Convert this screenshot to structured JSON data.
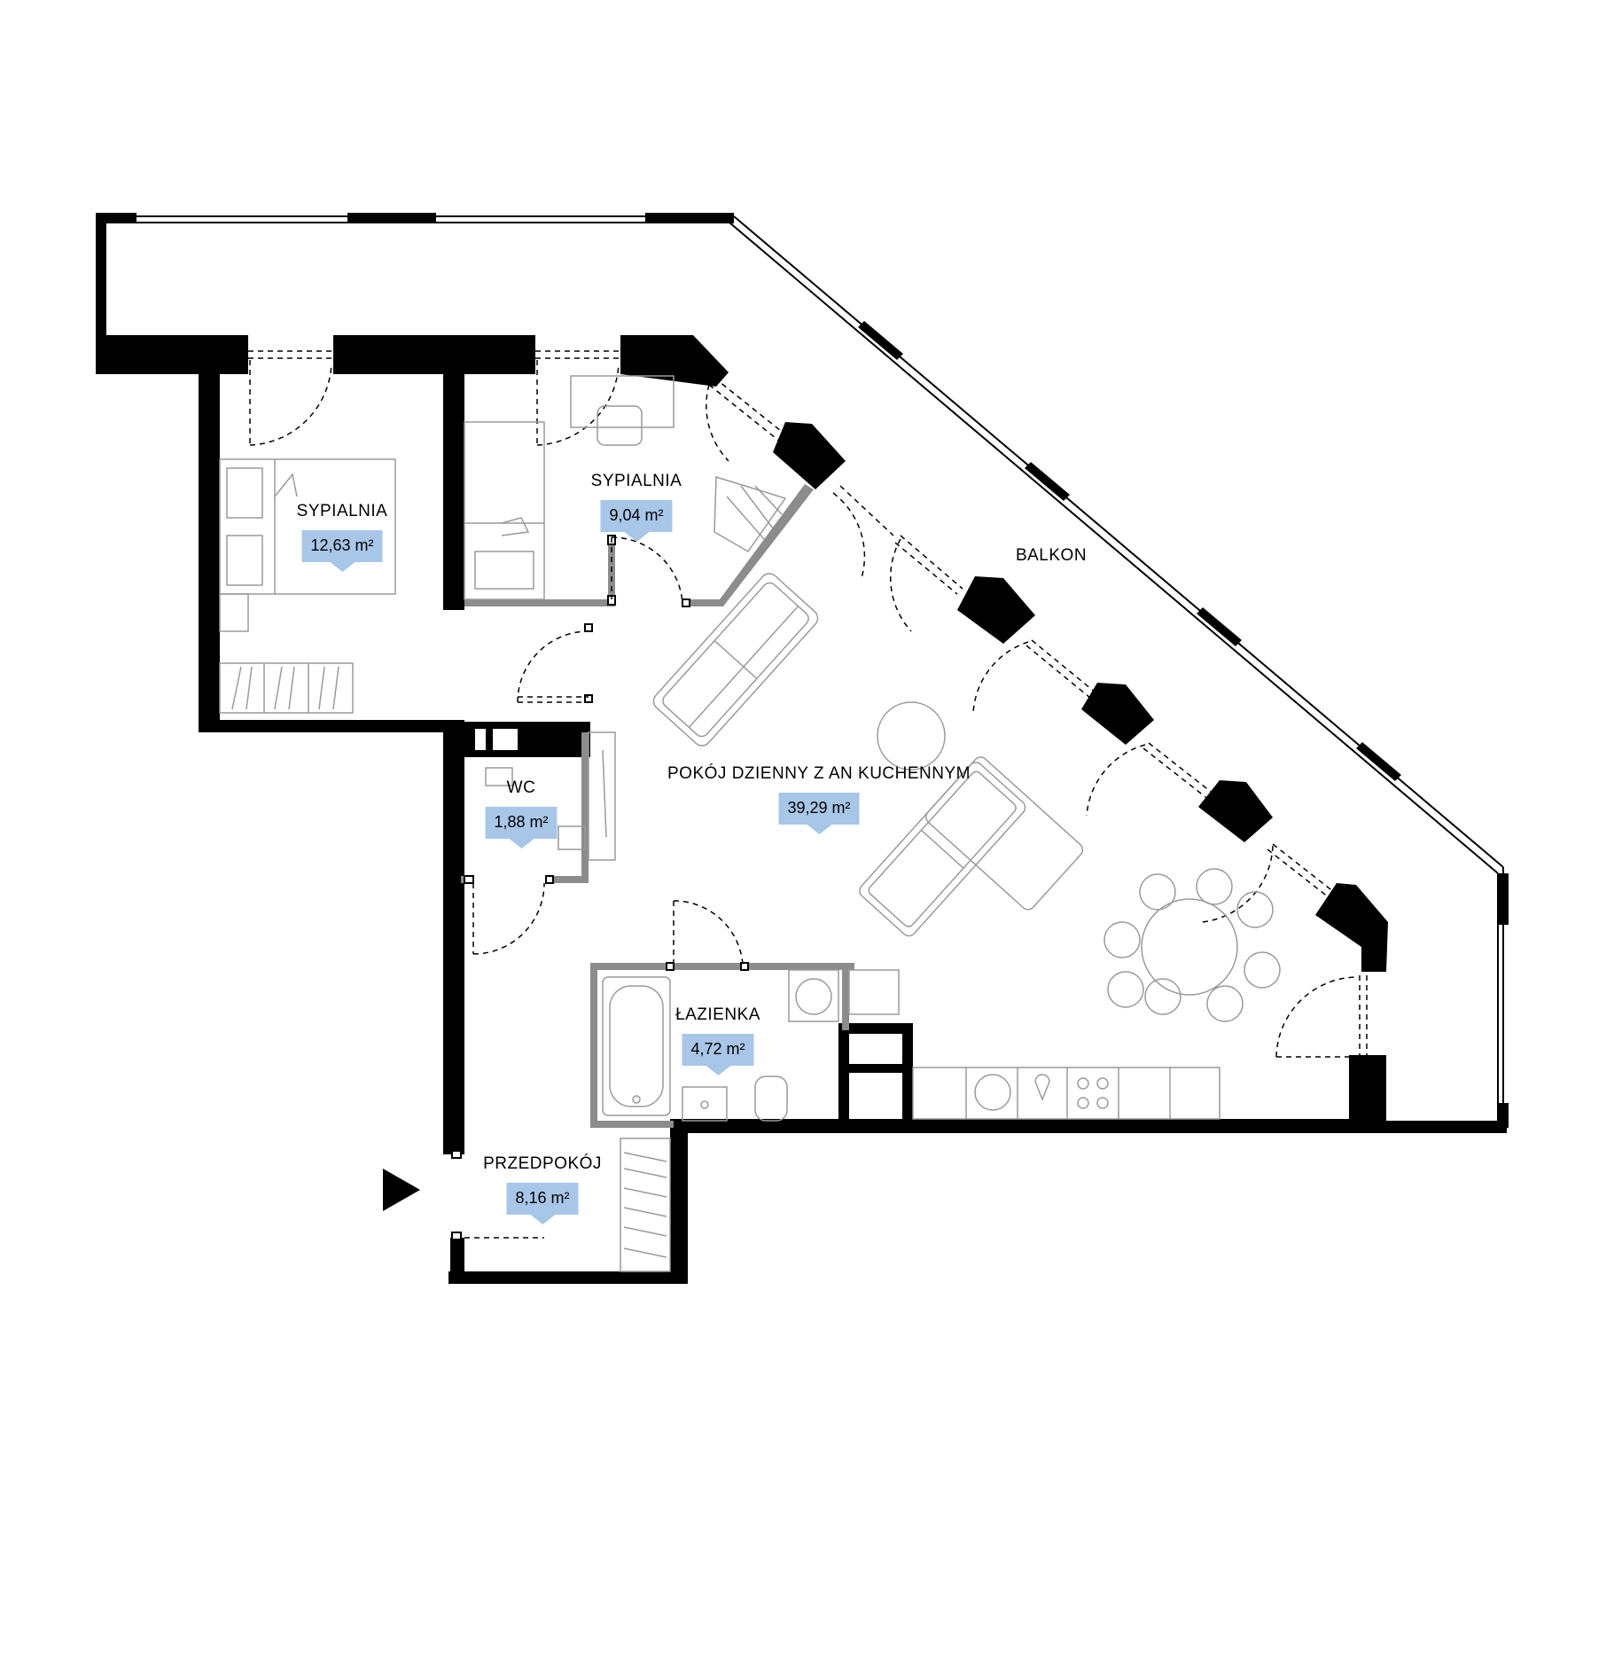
{
  "rooms": {
    "bedroom1": {
      "name": "SYPIALNIA",
      "area": "12,63 m²"
    },
    "bedroom2": {
      "name": "SYPIALNIA",
      "area": "9,04 m²"
    },
    "balcony": {
      "name": "BALKON"
    },
    "living": {
      "name": "POKÓJ DZIENNY Z AN KUCHENNYM",
      "area": "39,29 m²"
    },
    "wc": {
      "name": "WC",
      "area": "1,88 m²"
    },
    "bathroom": {
      "name": "ŁAZIENKA",
      "area": "4,72 m²"
    },
    "hallway": {
      "name": "PRZEDPOKÓJ",
      "area": "8,16 m²"
    }
  },
  "colors": {
    "wall": "#000000",
    "partition": "#8c8c8c",
    "furniture": "#9a9a9a",
    "area_badge": "#a8c6e8"
  },
  "icons": {
    "entrance": "entrance-arrow-icon"
  }
}
